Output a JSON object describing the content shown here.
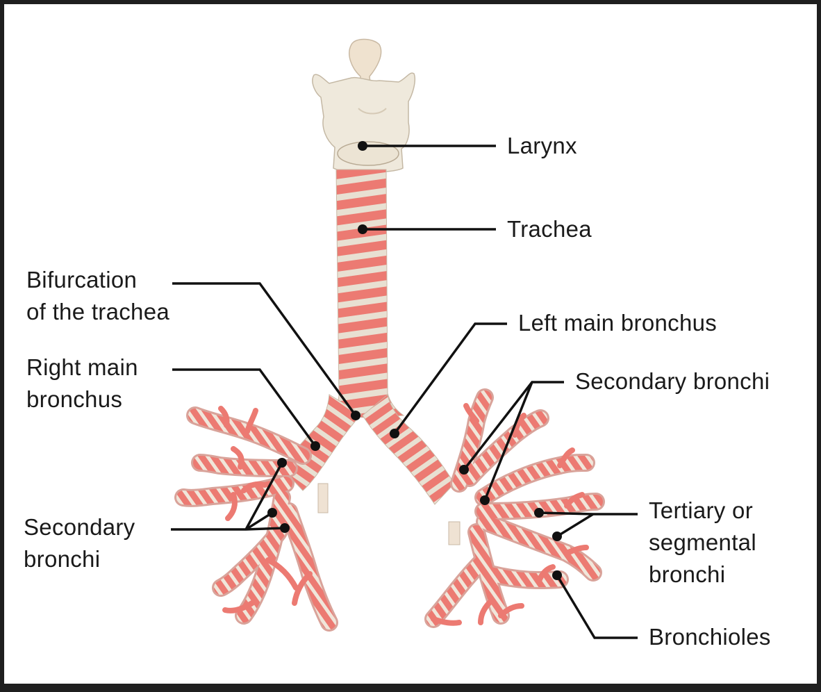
{
  "labels": {
    "larynx": "Larynx",
    "trachea": "Trachea",
    "bifurcation": {
      "line1": "Bifurcation",
      "line2": "of the trachea"
    },
    "right_main_bronchus": {
      "line1": "Right main",
      "line2": "bronchus"
    },
    "left_main_bronchus": "Left main bronchus",
    "secondary_bronchi_right": {
      "line1": "Secondary",
      "line2": "bronchi"
    },
    "secondary_bronchi_left": "Secondary bronchi",
    "tertiary_bronchi": {
      "line1": "Tertiary or",
      "line2": "segmental",
      "line3": "bronchi"
    },
    "bronchioles": "Bronchioles"
  },
  "colors": {
    "cartilage": "#e8e0d2",
    "larynx": "#efe9dc",
    "tissue": "#ec7a72",
    "leader": "#111111",
    "page_border": "#1f1f1f"
  }
}
